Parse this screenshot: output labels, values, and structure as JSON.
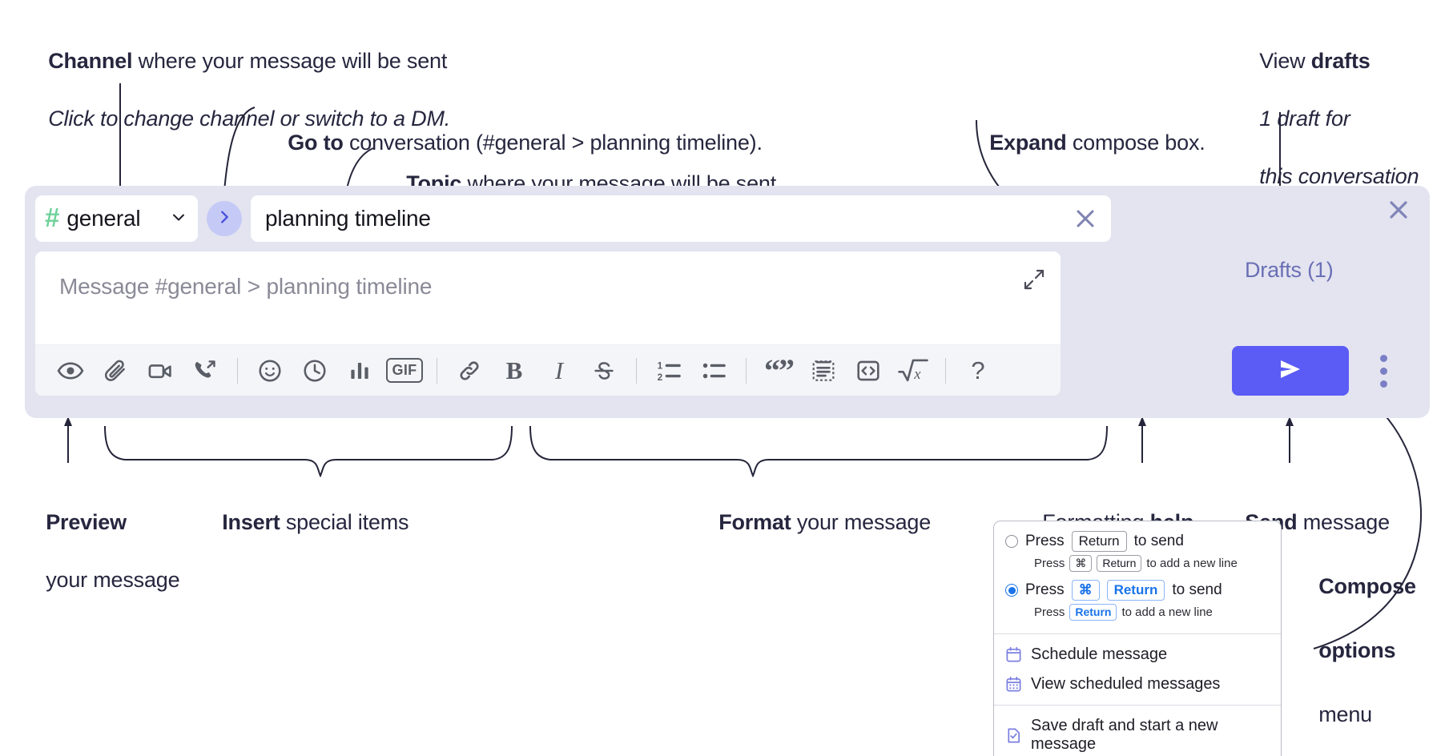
{
  "annotations": {
    "channel": {
      "bold": "Channel",
      "rest": " where your message will be sent",
      "italic": "Click to change channel or switch to a DM."
    },
    "goto": {
      "bold": "Go to",
      "rest": " conversation (#general > planning timeline)."
    },
    "topic": {
      "bold": "Topic",
      "rest": " where your message will be sent"
    },
    "expand": {
      "bold": "Expand",
      "rest": " compose box."
    },
    "drafts": {
      "pre": "View ",
      "bold": "drafts",
      "italic1": "1 draft for",
      "italic2": "this conversation"
    },
    "preview": {
      "bold": "Preview",
      "line2": "your message"
    },
    "insert": {
      "bold": "Insert",
      "rest": " special items"
    },
    "format": {
      "bold": "Format",
      "rest": " your message"
    },
    "help": {
      "pre": "Formatting ",
      "bold": "help"
    },
    "send": {
      "bold": "Send",
      "rest": " message"
    },
    "compose_options": {
      "bold1": "Compose",
      "bold2": "options",
      "rest": "menu"
    }
  },
  "compose": {
    "channel": {
      "icon": "hash-icon",
      "name": "general",
      "chevron": "chevron-down-icon"
    },
    "goto_button": {
      "icon": "chevron-right-icon",
      "label": "Go to conversation"
    },
    "topic": {
      "value": "planning timeline",
      "clear_icon": "close-icon"
    },
    "message": {
      "placeholder": "Message #general > planning timeline",
      "expand_icon": "expand-icon"
    },
    "close_icon": "close-icon",
    "drafts_label": "Drafts (1)",
    "send_button": {
      "icon": "send-icon",
      "label": "Send"
    },
    "options_button": {
      "icon": "kebab-vertical-icon",
      "label": "Compose options"
    },
    "toolbar": [
      {
        "name": "preview-icon",
        "title": "Preview"
      },
      {
        "name": "attachment-icon",
        "title": "Attach file"
      },
      {
        "name": "video-icon",
        "title": "Video clip"
      },
      {
        "name": "audio-call-icon",
        "title": "Audio clip"
      },
      {
        "name": "separator",
        "title": ""
      },
      {
        "name": "emoji-icon",
        "title": "Emoji"
      },
      {
        "name": "clock-icon",
        "title": "Schedule"
      },
      {
        "name": "poll-icon",
        "title": "Poll"
      },
      {
        "name": "gif-icon",
        "title": "GIF",
        "text": "GIF"
      },
      {
        "name": "separator",
        "title": ""
      },
      {
        "name": "link-icon",
        "title": "Link"
      },
      {
        "name": "bold-icon",
        "title": "Bold",
        "text": "B"
      },
      {
        "name": "italic-icon",
        "title": "Italic",
        "text": "I"
      },
      {
        "name": "strikethrough-icon",
        "title": "Strikethrough"
      },
      {
        "name": "separator",
        "title": ""
      },
      {
        "name": "ordered-list-icon",
        "title": "Ordered list"
      },
      {
        "name": "bulleted-list-icon",
        "title": "Bulleted list"
      },
      {
        "name": "separator",
        "title": ""
      },
      {
        "name": "blockquote-icon",
        "title": "Blockquote"
      },
      {
        "name": "code-block-icon",
        "title": "Code block"
      },
      {
        "name": "code-icon",
        "title": "Code"
      },
      {
        "name": "math-icon",
        "title": "Math"
      },
      {
        "name": "separator",
        "title": ""
      },
      {
        "name": "help-icon",
        "title": "Formatting help",
        "text": "?"
      }
    ]
  },
  "dropdown": {
    "options": [
      {
        "selected": false,
        "line1": {
          "pre": "Press ",
          "key": "Return",
          "post": " to send"
        },
        "line2": {
          "pre": "Press ",
          "key1": "⌘",
          "key2": "Return",
          "post": " to add a new line"
        }
      },
      {
        "selected": true,
        "line1": {
          "pre": "Press ",
          "key1": "⌘",
          "key2": "Return",
          "post": " to send"
        },
        "line2": {
          "pre": "Press ",
          "key": "Return",
          "post": " to add a new line"
        }
      }
    ],
    "items": [
      {
        "icon": "calendar-icon",
        "label": "Schedule message"
      },
      {
        "icon": "calendar-grid-icon",
        "label": "View scheduled messages"
      },
      {
        "icon": "save-draft-icon",
        "label": "Save draft and start a new message"
      }
    ]
  },
  "colors": {
    "compose_bg": "#e3e4f0",
    "send_blue": "#5b5bf5",
    "hash_green": "#6fd29a",
    "drafts_purple": "#6b6fb5",
    "accent_blue": "#1a73e8",
    "menu_purple": "#7b7fe0"
  }
}
